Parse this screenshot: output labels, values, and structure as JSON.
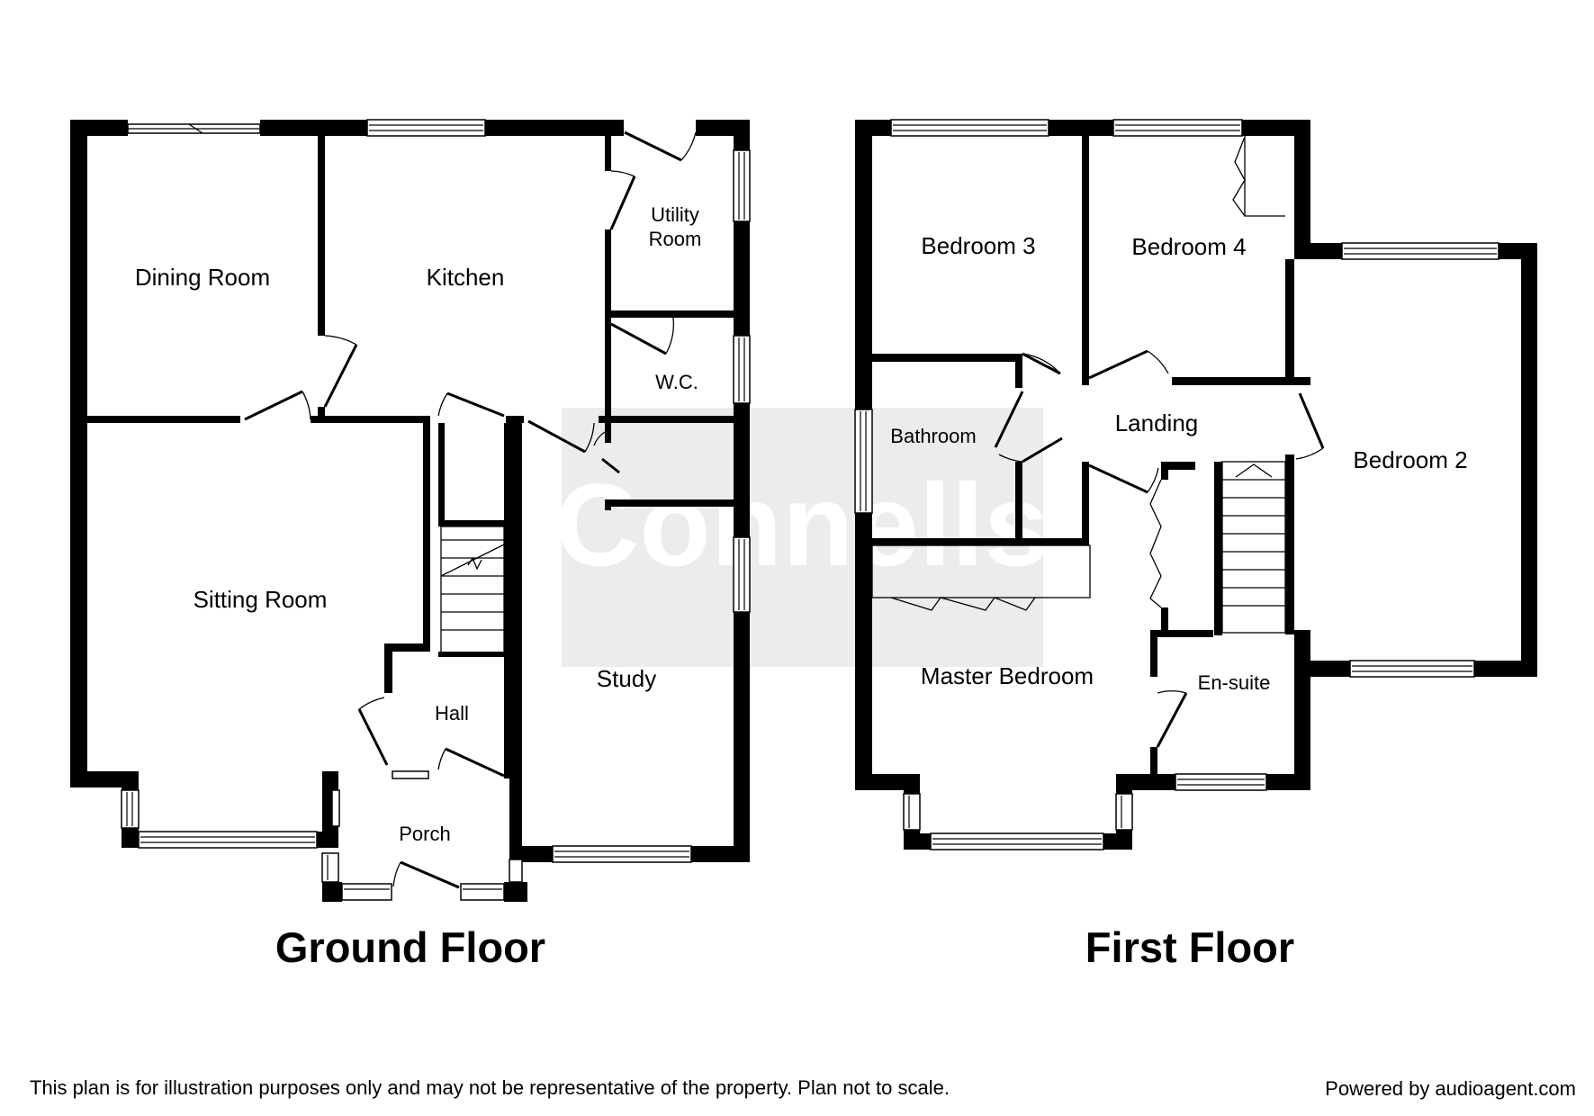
{
  "watermark": "Connells",
  "ground_floor": {
    "title": "Ground Floor",
    "rooms": {
      "dining_room": "Dining Room",
      "kitchen": "Kitchen",
      "utility_room_line1": "Utility",
      "utility_room_line2": "Room",
      "wc": "W.C.",
      "sitting_room": "Sitting Room",
      "hall": "Hall",
      "porch": "Porch",
      "study": "Study"
    }
  },
  "first_floor": {
    "title": "First Floor",
    "rooms": {
      "bedroom_3": "Bedroom 3",
      "bedroom_4": "Bedroom 4",
      "bedroom_2": "Bedroom 2",
      "bathroom": "Bathroom",
      "landing": "Landing",
      "master_bedroom": "Master Bedroom",
      "en_suite": "En-suite"
    }
  },
  "footer": {
    "disclaimer": "This plan is for illustration purposes only and may not be representative of the property. Plan not to scale.",
    "credit": "Powered by audioagent.com"
  }
}
